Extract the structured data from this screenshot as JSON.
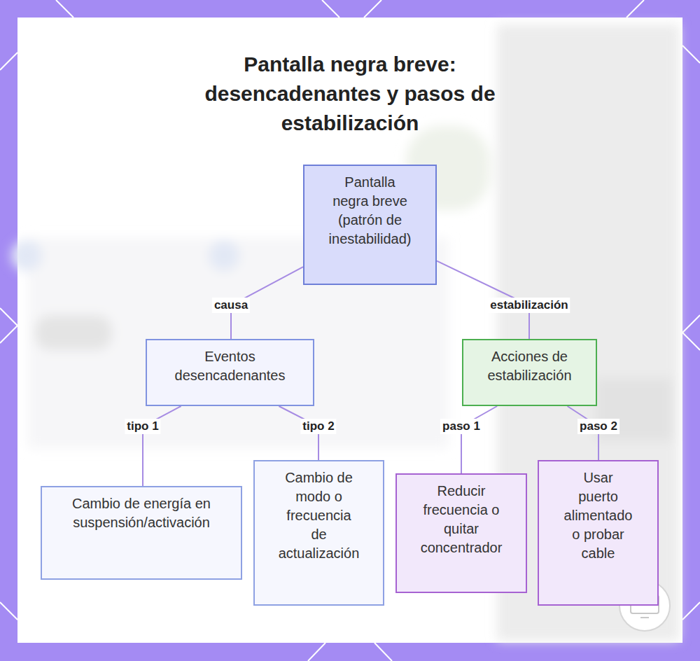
{
  "diagram": {
    "title": "Pantalla negra breve: desencadenantes y pasos de estabilización",
    "nodes": [
      {
        "text": [
          "Pantalla negra breve (patrón de inestabilidad)"
        ]
      },
      {
        "text": [
          "Eventos desencadenantes"
        ]
      },
      {
        "text": [
          "Acciones de estabilización"
        ]
      },
      {
        "text": [
          "Cambio de energía en suspensión/activación"
        ]
      },
      {
        "text": [
          "Cambio de modo o frecuencia de actualización"
        ]
      },
      {
        "text": [
          "Reducir frecuencia o quitar concentrador"
        ]
      },
      {
        "text": [
          "Usar puerto alimentado o probar cable"
        ]
      }
    ],
    "edges": [
      {
        "from": 0,
        "to": 1,
        "label": "causa",
        "arrow": "none"
      },
      {
        "from": 0,
        "to": 2,
        "label": "estabilización",
        "arrow": "none"
      },
      {
        "from": 1,
        "to": 3,
        "label": "tipo 1",
        "arrow": "none"
      },
      {
        "from": 1,
        "to": 4,
        "label": "tipo 2",
        "arrow": "none"
      },
      {
        "from": 2,
        "to": 5,
        "label": "paso 1",
        "arrow": "none"
      },
      {
        "from": 2,
        "to": 6,
        "label": "paso 2",
        "arrow": "none"
      }
    ]
  }
}
